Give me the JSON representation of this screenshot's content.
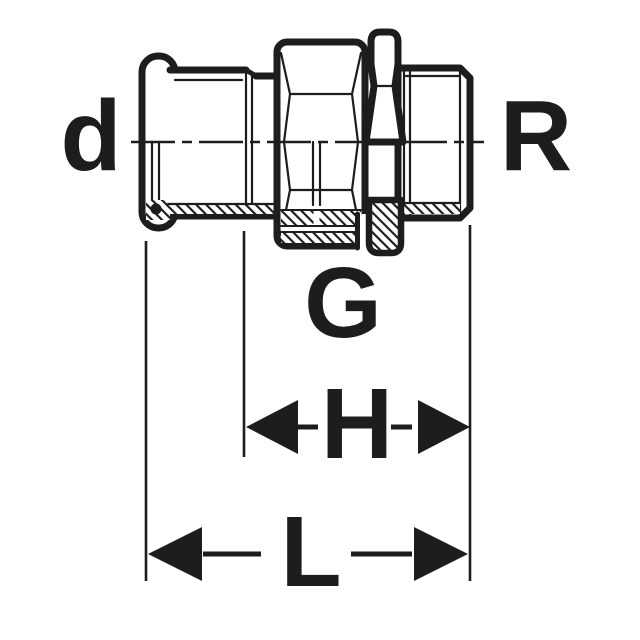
{
  "diagram": {
    "background_color": "#ffffff",
    "line_color": "#1d1d1b",
    "drawing": "press-fitting-union-with-male-thread",
    "labels": {
      "d": "d",
      "R": "R",
      "G": "G",
      "H": "H",
      "L": "L"
    }
  }
}
